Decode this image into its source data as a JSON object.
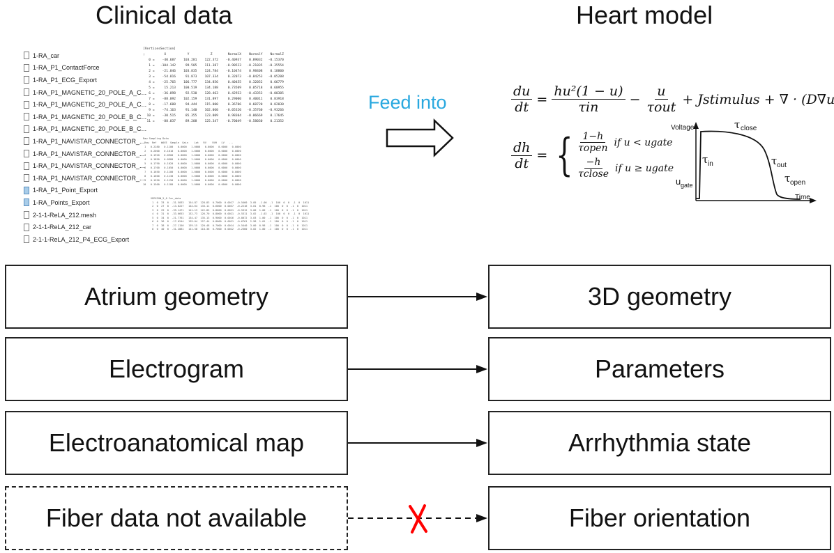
{
  "headings": {
    "clinical": "Clinical data",
    "model": "Heart model"
  },
  "files": [
    {
      "name": "1-RA_car",
      "icon": "file"
    },
    {
      "name": "1-RA_P1_ContactForce",
      "icon": "file"
    },
    {
      "name": "1-RA_P1_ECG_Export",
      "icon": "file"
    },
    {
      "name": "1-RA_P1_MAGNETIC_20_POLE_A_C...",
      "icon": "file"
    },
    {
      "name": "1-RA_P1_MAGNETIC_20_POLE_A_C...",
      "icon": "file"
    },
    {
      "name": "1-RA_P1_MAGNETIC_20_POLE_B_C...",
      "icon": "file"
    },
    {
      "name": "1-RA_P1_MAGNETIC_20_POLE_B_C...",
      "icon": "file"
    },
    {
      "name": "1-RA_P1_NAVISTAR_CONNECTOR_...",
      "icon": "file"
    },
    {
      "name": "1-RA_P1_NAVISTAR_CONNECTOR_...",
      "icon": "file"
    },
    {
      "name": "1-RA_P1_NAVISTAR_CONNECTOR_...",
      "icon": "file"
    },
    {
      "name": "1-RA_P1_NAVISTAR_CONNECTOR_...",
      "icon": "file"
    },
    {
      "name": "1-RA_P1_Point_Export",
      "icon": "image-file"
    },
    {
      "name": "1-RA_Points_Export",
      "icon": "image-file"
    },
    {
      "name": "2-1-1-ReLA_212.mesh",
      "icon": "file"
    },
    {
      "name": "2-1-1-ReLA_212_car",
      "icon": "file"
    },
    {
      "name": "2-1-1-ReLA_212_P4_ECG_Export",
      "icon": "file"
    }
  ],
  "excerpts": {
    "vertices": "[VerticesSection]\n;          X           Y           Z        NormalX    NormalY    NormalZ\n   0 =    -40.687    103.281    122.372    -0.40937    0.89032   -0.15370\n   1 =   -104.142     99.505    111.387    -0.90523   -0.21035   -0.35554\n   2 =    -21.846    103.835    124.784    -0.10474    0.98408    0.18800\n   3 =    -54.816     91.873    107.334     0.32073   -0.84253   -0.05208\n   4 =    -25.765    106.777    134.856     0.40455    0.32052    0.66779\n   5 =     15.213    100.519    134.188     0.73509    0.05718    0.60955\n   6 =    -36.898     92.530    128.463     0.42933   -0.43353   -0.00305\n   7 =    -88.092    102.159    131.897     0.29000    0.40011    0.83918\n   8 =    -17.608     94.444    115.000     0.36706    0.60720    0.82030\n   9 =    -74.163     91.140    102.060    -0.05320   -0.35760   -0.93266\n  10 =    -30.515     85.355    123.009     0.98304   -0.06669    0.17645\n  11 =    -88.837     89.208    125.347    -0.70049   -0.58030    0.21352",
    "ecg": "Raw Sampling Data\n Raw  Ref   WAVE  Sample  Gain    Lat   RV    RVH   LV   ...\n 1   0.2280   0.1100   0.0000   1.0000   0.0000   0.0000   0.0000\n 2   0.2000   0.1010   0.0000   1.0000   0.0000   0.0000   0.0000\n 3   0.1920   0.0900   0.0000   1.0000   0.0000   0.0000   0.0000\n 4   0.1850   0.0980   0.0000   1.0000   0.0000   0.0000   0.0000\n 5   0.1790   0.1020   0.0000   1.0000   0.0000   0.0000   0.0000\n 6   0.1700   0.1050   0.0000   1.0000   0.0000   0.0000   0.0000\n 7   0.1650   0.1100   0.0000   1.0000   0.0000   0.0000   0.0000\n 8   0.1600   0.1130   0.0000   1.0000   0.0000   0.0000   0.0000\n 9   0.1550   0.1150   0.0000   1.0000   0.0000   0.0000   0.0000\n10   0.1500   0.1180   0.0000   1.0000   0.0000   0.0000   0.0000",
    "points": "VERSION_5_0 Car_data\n 1  0  33  0  -31.5033   154.87  128.83  0.7000  0.0017  -0.5460  3.05  -1.00  -1  100  0  0  -1  0  1011\n 2  0  27  0  -13.0227   144.64  133.11  0.6000  0.0037  -0.2216  3.01  0.98  -1  100  0  0  -1  0  1011\n 3  0  29  0  -39.1471   141.13  122.85  0.8000  0.0021  -0.5312  3.00  1.00  -1  100  0  0  -1  0  1011\n 4  0  31  0  -33.6653   132.73  126.70  0.8000  0.0021  -0.5311  3.02  -1.02  -1  100  0  0  -1  0  1011\n 5  0  34  0  -21.7761   134.47  135.13  0.9000  0.0016  -0.8072  3.03  1.00  -1  100  0  0  -1  0  1011\n 6  0  36  0  -17.0244   139.04  127.44  0.8000  0.0021  -0.6761  2.98  1.01  -1  100  0  0  -1  0  1011\n 7  0  38  0  -27.1150   139.15  120.48  0.7000  0.0014  -0.5440  3.00  0.98  -1  100  0  0  -1  0  1011\n 8  0  40  0  -31.2881   141.58  118.36  0.7000  0.0022  -0.2360  3.02  1.00  -1  100  0  0  -1  0  1011"
  },
  "feed": {
    "label": "Feed into"
  },
  "equations": {
    "du_dt_lhs_num": "du",
    "du_dt_lhs_den": "dt",
    "du_term1_num": "hu²(1 − u)",
    "du_term1_den": "τin",
    "du_term2_num": "u",
    "du_term2_den": "τout",
    "du_rest": "+ Jstimulus + ∇ · (D∇u)",
    "dh_dt_lhs_num": "dh",
    "dh_dt_lhs_den": "dt",
    "case1_num": "1−h",
    "case1_den": "τopen",
    "case1_cond": "if u < ugate",
    "case2_num": "−h",
    "case2_den": "τclose",
    "case2_cond": "if u ≥ ugate"
  },
  "action_potential": {
    "y_axis_label": "Voltage",
    "x_axis_label": "Time",
    "labels": {
      "tau": "τ",
      "close": "close",
      "in": "in",
      "out": "out",
      "open": "open",
      "u": "u",
      "gate": "gate"
    }
  },
  "mappings": [
    {
      "source": "Atrium geometry",
      "target": "3D geometry",
      "available": true
    },
    {
      "source": "Electrogram",
      "target": "Parameters",
      "available": true
    },
    {
      "source": "Electroanatomical map",
      "target": "Arrhythmia state",
      "available": true
    },
    {
      "source": "Fiber data not available",
      "target": "Fiber orientation",
      "available": false
    }
  ],
  "colors": {
    "feed_label": "#29a8df",
    "cross_mark": "#ff0000",
    "box_border": "#222222"
  }
}
